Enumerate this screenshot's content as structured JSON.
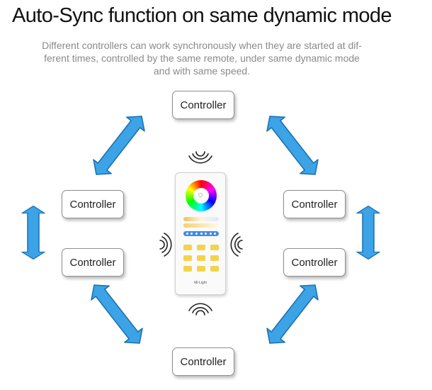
{
  "header": {
    "title": "Auto-Sync function on same dynamic mode",
    "subtitle_lines": [
      "Different controllers can work synchronously when they are started at dif-",
      "ferent times, controlled by the same remote, under same dynamic mode",
      "and with same speed."
    ]
  },
  "controllers": [
    {
      "label": "Controller"
    },
    {
      "label": "Controller"
    },
    {
      "label": "Controller"
    },
    {
      "label": "Controller"
    },
    {
      "label": "Controller"
    },
    {
      "label": "Controller"
    }
  ],
  "remote": {
    "brand": "Mi-Light"
  },
  "colors": {
    "arrow": "#3ba3e6",
    "arrow_stroke": "#1a6fb0",
    "key": "#f2d44c",
    "signal": "#222222"
  },
  "icons": [
    "bidirectional-arrow-icon",
    "wifi-signal-icon",
    "color-wheel-icon"
  ]
}
